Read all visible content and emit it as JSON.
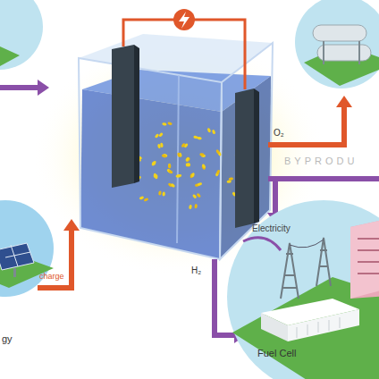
{
  "diagram": {
    "nodes": [
      {
        "text": [
          "gy"
        ]
      },
      {
        "text": [
          "Electricity",
          "Fuel Cell"
        ]
      }
    ],
    "labels": [
      "O₂",
      "BYPRODU",
      "charge",
      "H₂"
    ]
  }
}
